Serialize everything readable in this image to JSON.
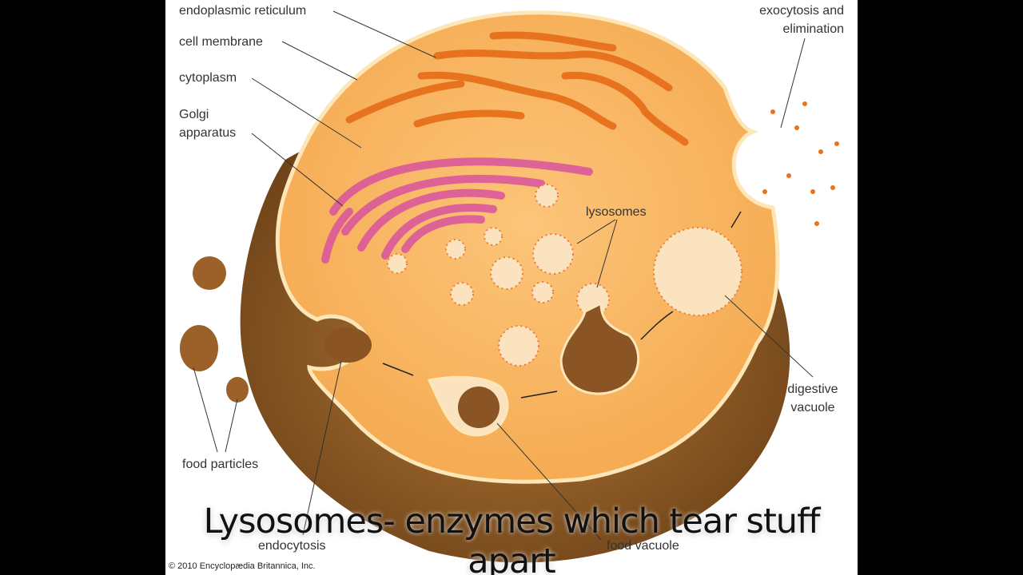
{
  "labels": {
    "endoplasmic_reticulum": "endoplasmic reticulum",
    "cell_membrane": "cell membrane",
    "cytoplasm": "cytoplasm",
    "golgi": "Golgi\napparatus",
    "lysosomes": "lysosomes",
    "exocytosis": "exocytosis and\nelimination",
    "digestive_vacuole": "digestive\nvacuole",
    "food_particles": "food particles",
    "endocytosis": "endocytosis",
    "food_vacuole": "food vacuole"
  },
  "caption": "Lysosomes- enzymes which tear stuff apart",
  "copyright": "© 2010 Encyclopædia Britannica, Inc.",
  "colors": {
    "cytoplasm": "#f9b563",
    "outer": "#8a5a22",
    "er": "#e8731e",
    "golgi": "#d9539e",
    "lysosome": "#fbe3c0"
  }
}
